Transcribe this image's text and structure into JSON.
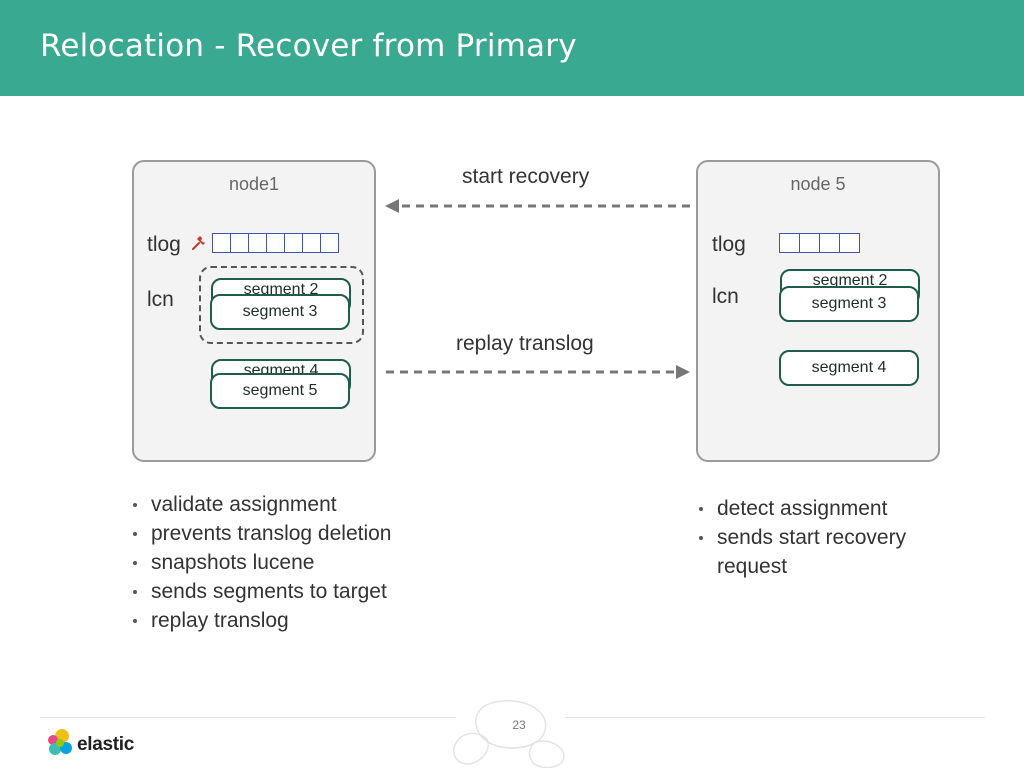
{
  "header": {
    "title": "Relocation - Recover from Primary"
  },
  "node1": {
    "label": "node1",
    "tlog_label": "tlog",
    "lcn_label": "lcn",
    "tlog_cells": 7,
    "segments": [
      {
        "back": "segment 2",
        "front": "segment 3"
      },
      {
        "back": "segment 4",
        "front": "segment 5"
      }
    ]
  },
  "node5": {
    "label": "node 5",
    "tlog_label": "tlog",
    "lcn_label": "lcn",
    "tlog_cells": 4,
    "segments": [
      {
        "back": "segment 2",
        "front": "segment 3"
      },
      {
        "front": "segment 4"
      }
    ]
  },
  "arrows": {
    "start_recovery": "start recovery",
    "replay_translog": "replay translog"
  },
  "bullets_left": [
    "validate assignment",
    "prevents translog deletion",
    "snapshots lucene",
    "sends segments to target",
    "replay translog"
  ],
  "bullets_right": [
    "detect assignment",
    "sends start recovery request"
  ],
  "footer": {
    "brand": "elastic",
    "page_number": "23"
  },
  "colors": {
    "header": "#3aa991",
    "segment_border": "#1e5d4b",
    "tlog_cell_border": "#4355a8",
    "pin": "#c0392b",
    "arrow": "#777777"
  }
}
